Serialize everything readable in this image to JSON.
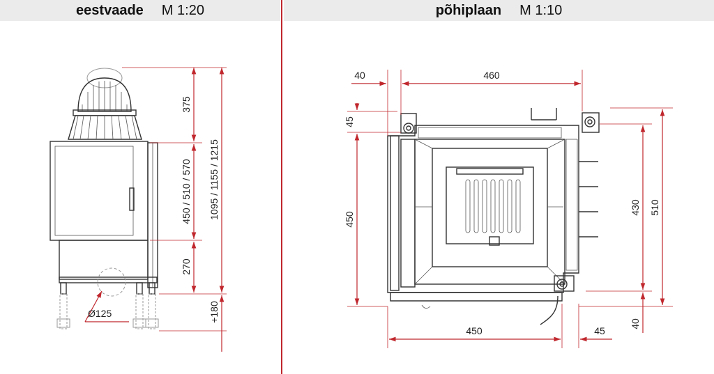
{
  "left_view": {
    "title": "eestvaade",
    "scale": "M 1:20"
  },
  "right_view": {
    "title": "põhiplaan",
    "scale": "M 1:10"
  },
  "left_dims": {
    "d375": "375",
    "d450": "450 / 510 / 570",
    "d1095": "1095 / 1155 / 1215",
    "d270": "270",
    "d180": "+180",
    "dia": "Ø125"
  },
  "right_dims": {
    "d40_top": "40",
    "d460": "460",
    "d45_left": "45",
    "d450_left": "450",
    "d430": "430",
    "d510": "510",
    "d450_bottom": "450",
    "d45_bottom": "45",
    "d40_right": "40"
  },
  "colors": {
    "accent": "#c0272d",
    "header_bg": "#ebebeb"
  }
}
